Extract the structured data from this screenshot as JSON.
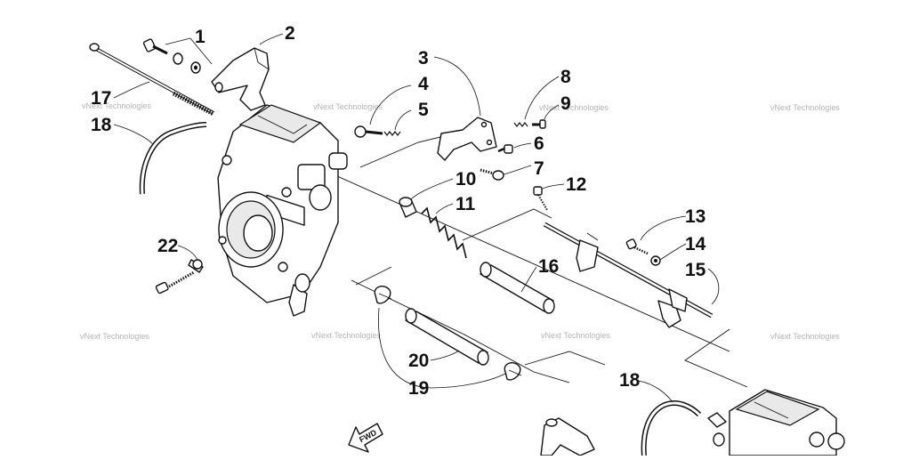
{
  "diagram": {
    "callouts": [
      "1",
      "2",
      "3",
      "4",
      "5",
      "6",
      "7",
      "8",
      "9",
      "10",
      "11",
      "12",
      "13",
      "14",
      "15",
      "16",
      "17",
      "18",
      "18",
      "19",
      "20",
      "22"
    ],
    "watermark_text": "vNext Technologies",
    "direction_label": "FWD"
  }
}
